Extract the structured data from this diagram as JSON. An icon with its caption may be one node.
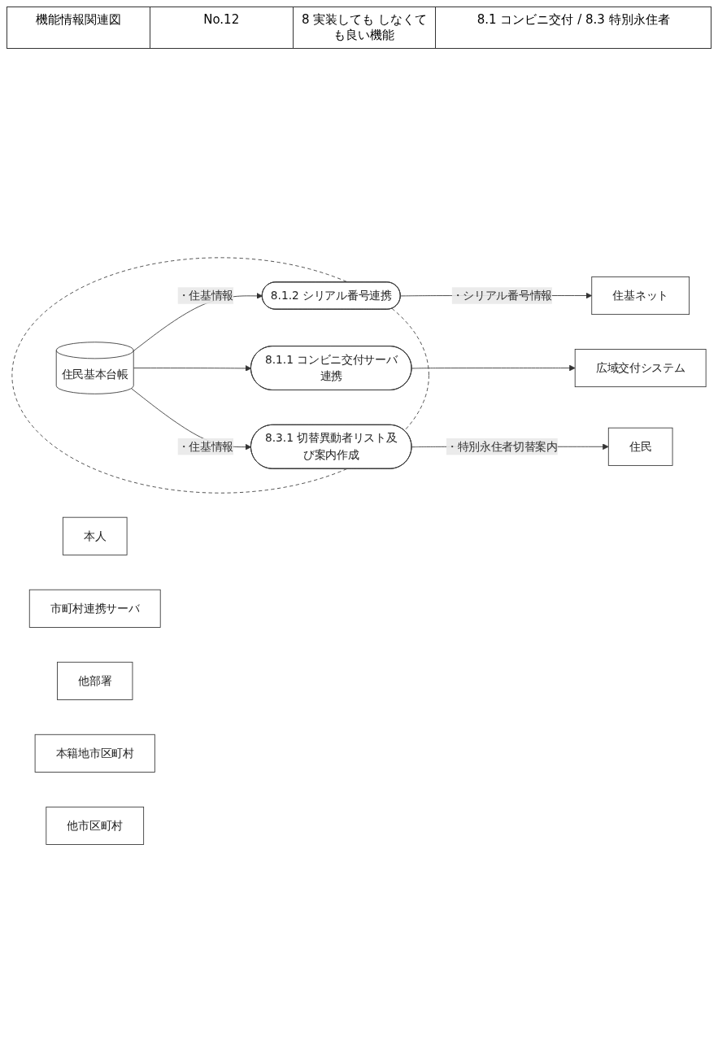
{
  "diagram": {
    "title": "機能情報関連図",
    "nodes": [
      {
        "text": [
          "本人"
        ]
      },
      {
        "text": [
          "住基ネット"
        ]
      },
      {
        "text": [
          "市町村連携サーバ"
        ]
      },
      {
        "text": [
          "広域交付システム"
        ]
      },
      {
        "text": [],
        "shape": "ellipse"
      },
      {
        "text": [
          "8.1.2 シリアル番号連携"
        ],
        "in": 4
      },
      {
        "text": [
          "8.1.1 コンビニ交付サーバ連携"
        ],
        "in": 4
      },
      {
        "text": [
          "住民基本台帳"
        ],
        "in": 4
      },
      {
        "text": [
          "8.3.1 切替異動者リスト及び案内作成"
        ],
        "in": 4
      },
      {
        "text": [
          "住民"
        ]
      },
      {
        "text": [
          "他部署"
        ]
      },
      {
        "text": [
          "本籍地市区町村"
        ]
      },
      {
        "text": [
          "他市区町村"
        ]
      }
    ],
    "edges": [
      {
        "from": 5,
        "to": 1,
        "arrow": "to",
        "label": "・シリアル番号情報"
      },
      {
        "from": 6,
        "to": 3,
        "arrow": "to"
      },
      {
        "from": 7,
        "to": 5,
        "arrow": "to",
        "label": "・住基情報"
      },
      {
        "from": 7,
        "to": 6,
        "arrow": "to"
      },
      {
        "from": 7,
        "to": 8,
        "arrow": "to",
        "label": "・住基情報"
      },
      {
        "from": 8,
        "to": 9,
        "arrow": "to",
        "label": "・特別永住者切替案内"
      }
    ],
    "labels": [
      "No.12",
      "8 実装しても しなくても良い機能",
      "8.1 コンビニ交付 / 8.3 特別永住者"
    ]
  }
}
